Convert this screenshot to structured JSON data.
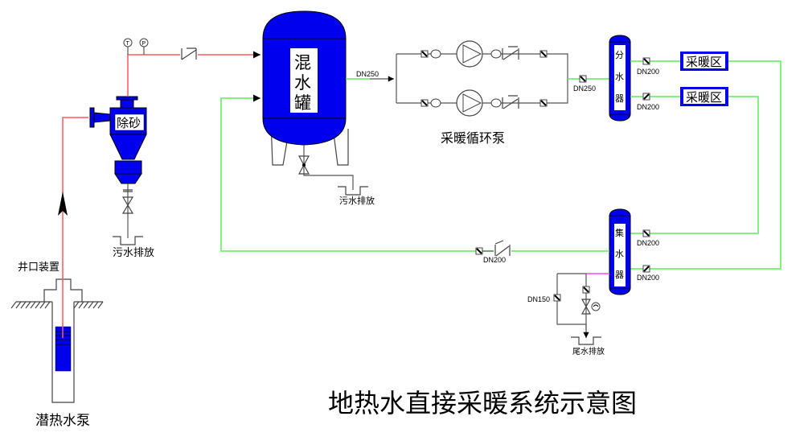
{
  "title": "地热水直接采暖系统示意图",
  "colors": {
    "hot_pipe": "#ff5a5a",
    "return_pipe": "#5aee5a",
    "drain_pipe": "#ff44ff",
    "equipment": "#0000ee",
    "line": "#555555"
  },
  "well": {
    "wellhead_label": "井口装置",
    "pump_label": "潜热水泵"
  },
  "desander": {
    "label": "除砂",
    "drain_label": "污水排放",
    "gauges": [
      "T",
      "P"
    ]
  },
  "mixing_tank": {
    "label_chars": [
      "混",
      "水",
      "罐"
    ],
    "outlet_label": "DN250",
    "drain_label": "污水排放"
  },
  "pump_station": {
    "label": "采暖循环泵",
    "outlet_label": "DN250"
  },
  "distributor": {
    "label_chars": [
      "分",
      "水",
      "器"
    ],
    "outlets": [
      {
        "size": "DN200",
        "zone": "采暖区"
      },
      {
        "size": "DN200",
        "zone": "采暖区"
      }
    ]
  },
  "collector": {
    "label_chars": [
      "集",
      "水",
      "器"
    ],
    "inlets": [
      {
        "size": "DN200"
      },
      {
        "size": "DN200"
      }
    ],
    "return_label": "DN200",
    "bypass_label": "DN150",
    "drain_label": "尾水排放"
  }
}
